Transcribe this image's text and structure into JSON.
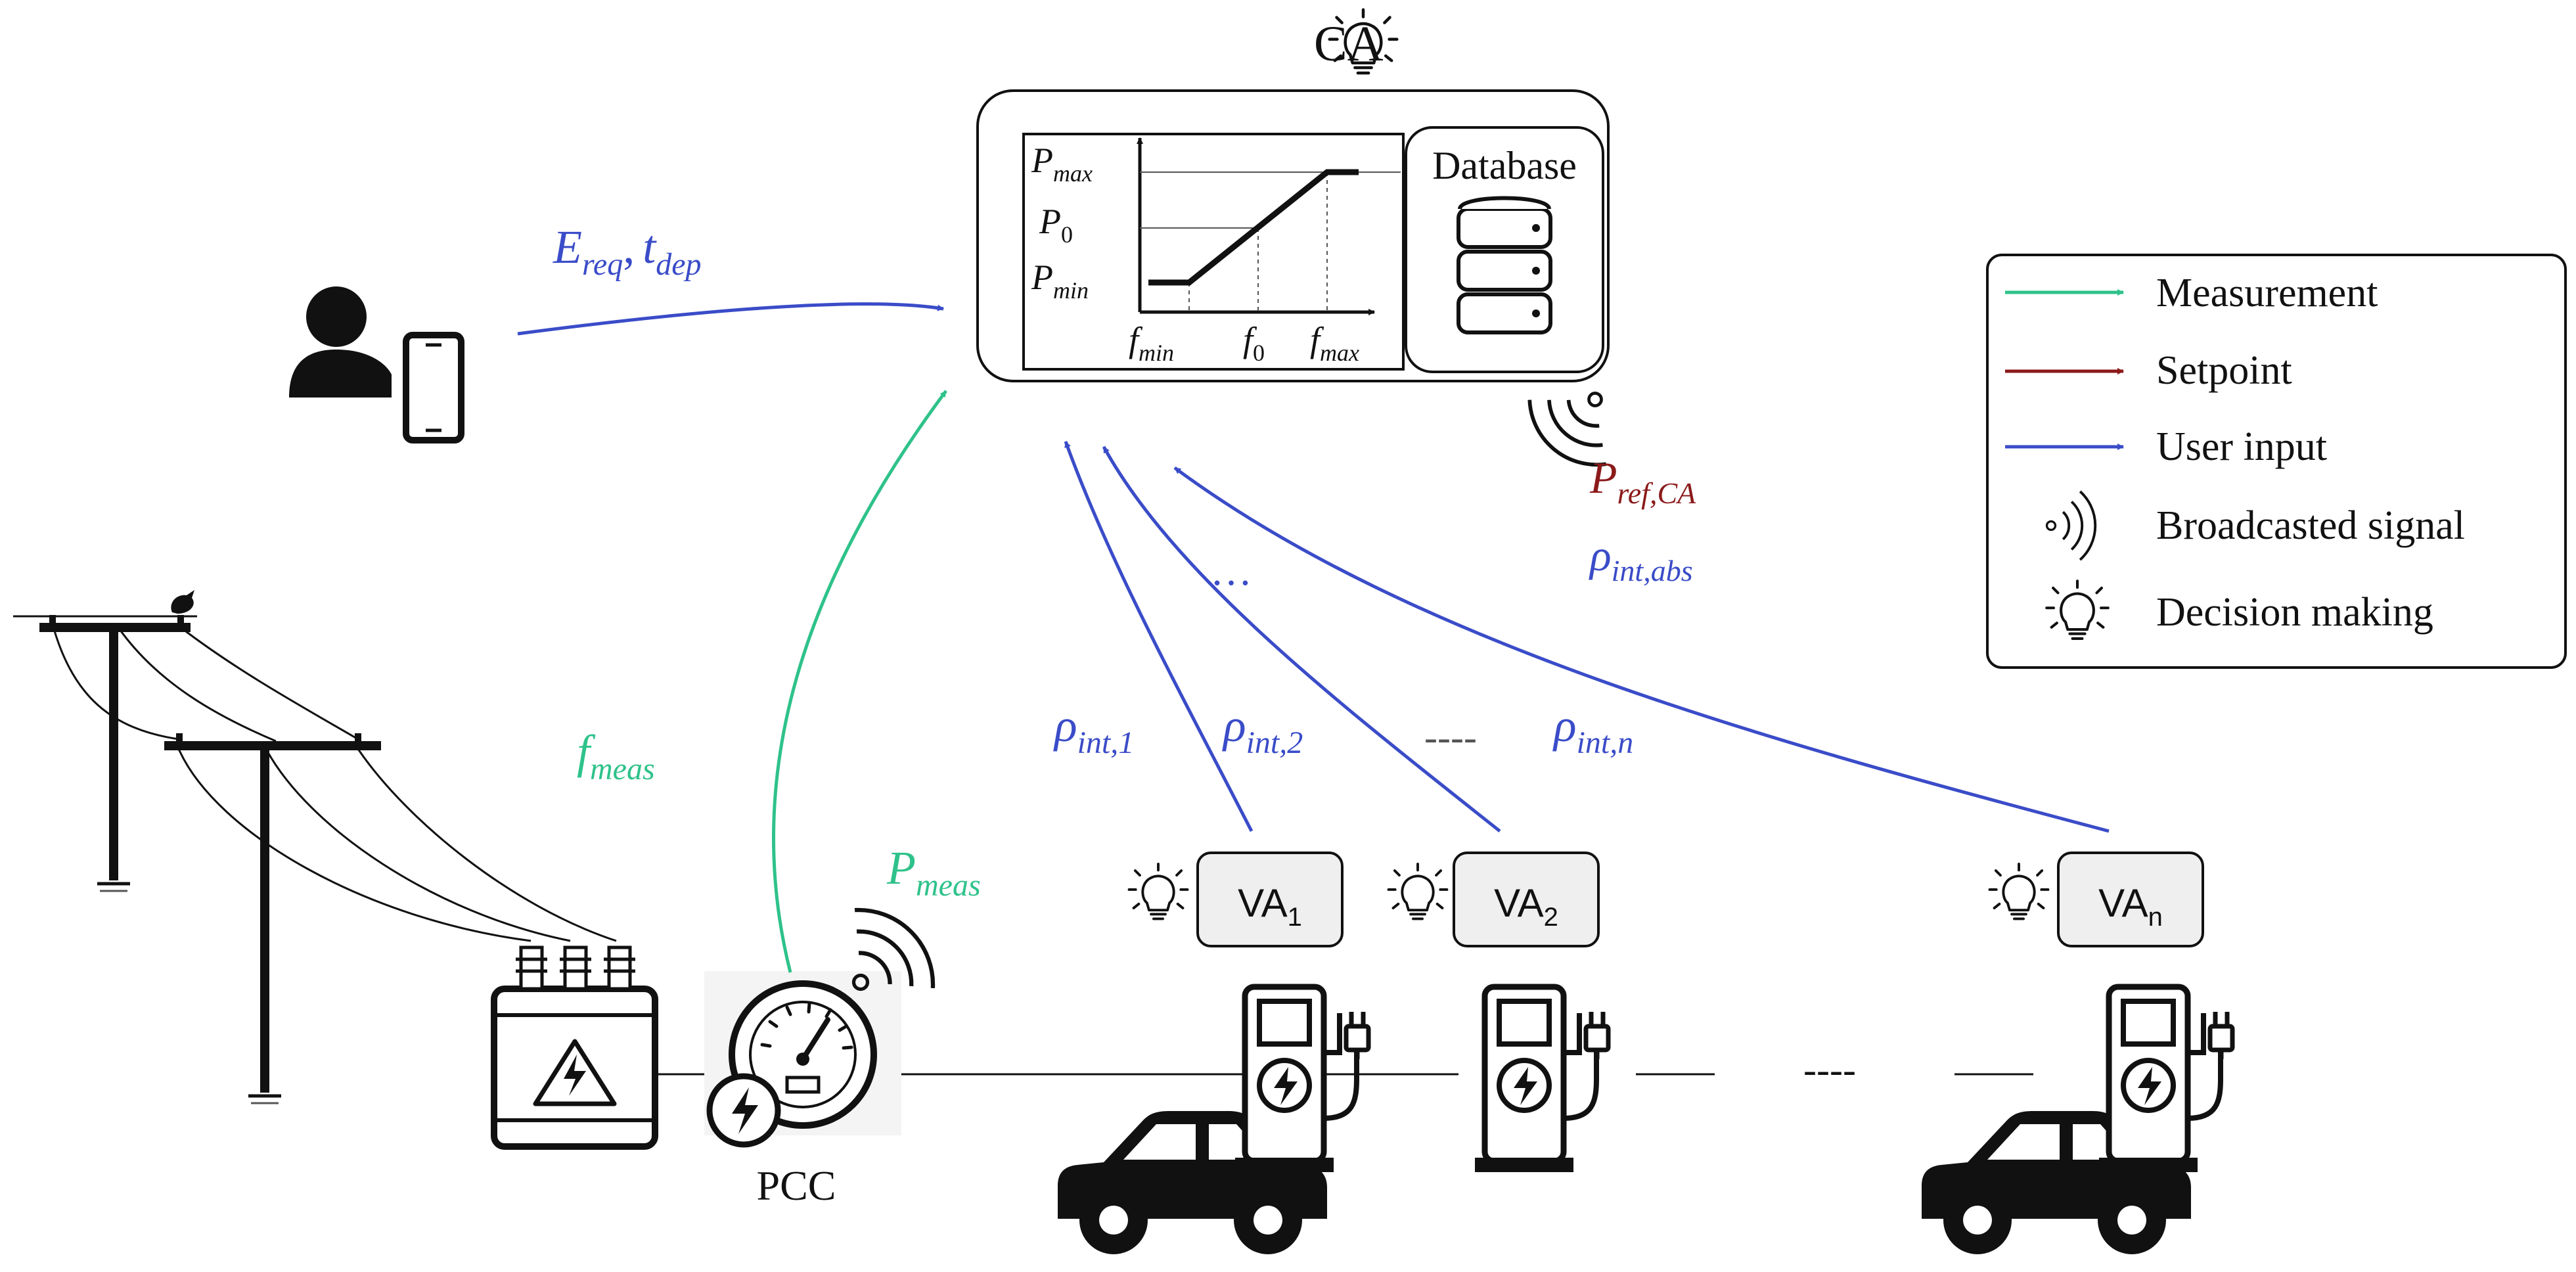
{
  "colors": {
    "measurement": "#2ec28a",
    "setpoint": "#8b1a1a",
    "user_input": "#3a4cc8",
    "ink": "#111111",
    "box_fill": "#efefef"
  },
  "ca": {
    "label": "CA",
    "icon": "lightbulb-icon",
    "database_label": "Database",
    "droop": {
      "p_max": {
        "base": "P",
        "sub": "max"
      },
      "p_0": {
        "base": "P",
        "sub": "0"
      },
      "p_min": {
        "base": "P",
        "sub": "min"
      },
      "f_min": {
        "base": "f",
        "sub": "min"
      },
      "f_0": {
        "base": "f",
        "sub": "0"
      },
      "f_max": {
        "base": "f",
        "sub": "max"
      }
    }
  },
  "user": {
    "icon": "user-with-phone-icon",
    "e_req": {
      "base": "E",
      "sub": "req"
    },
    "separator": ",",
    "t_dep": {
      "base": "t",
      "sub": "dep"
    }
  },
  "ca_out": {
    "p_ref": {
      "base": "P",
      "sub": "ref,CA"
    },
    "rho_abs": {
      "base": "ρ",
      "sub": "int,abs"
    }
  },
  "measurements": {
    "f_meas": {
      "base": "f",
      "sub": "meas"
    },
    "p_meas": {
      "base": "P",
      "sub": "meas"
    }
  },
  "va_inputs": {
    "rho_1": {
      "base": "ρ",
      "sub": "int,1"
    },
    "rho_2": {
      "base": "ρ",
      "sub": "int,2"
    },
    "rho_n": {
      "base": "ρ",
      "sub": "int,n"
    },
    "ellipsis_top": "…",
    "dashes_mid": "----"
  },
  "vas": [
    {
      "base": "VA",
      "sub": "1"
    },
    {
      "base": "VA",
      "sub": "2"
    },
    {
      "base": "VA",
      "sub": "n"
    }
  ],
  "pcc_label": "PCC",
  "line_dashes": "----",
  "legend": {
    "items": [
      {
        "label": "Measurement",
        "icon": "green-arrow-icon"
      },
      {
        "label": "Setpoint",
        "icon": "red-arrow-icon"
      },
      {
        "label": "User input",
        "icon": "blue-arrow-icon"
      },
      {
        "label": "Broadcasted signal",
        "icon": "broadcast-icon"
      },
      {
        "label": "Decision making",
        "icon": "lightbulb-icon"
      }
    ]
  }
}
